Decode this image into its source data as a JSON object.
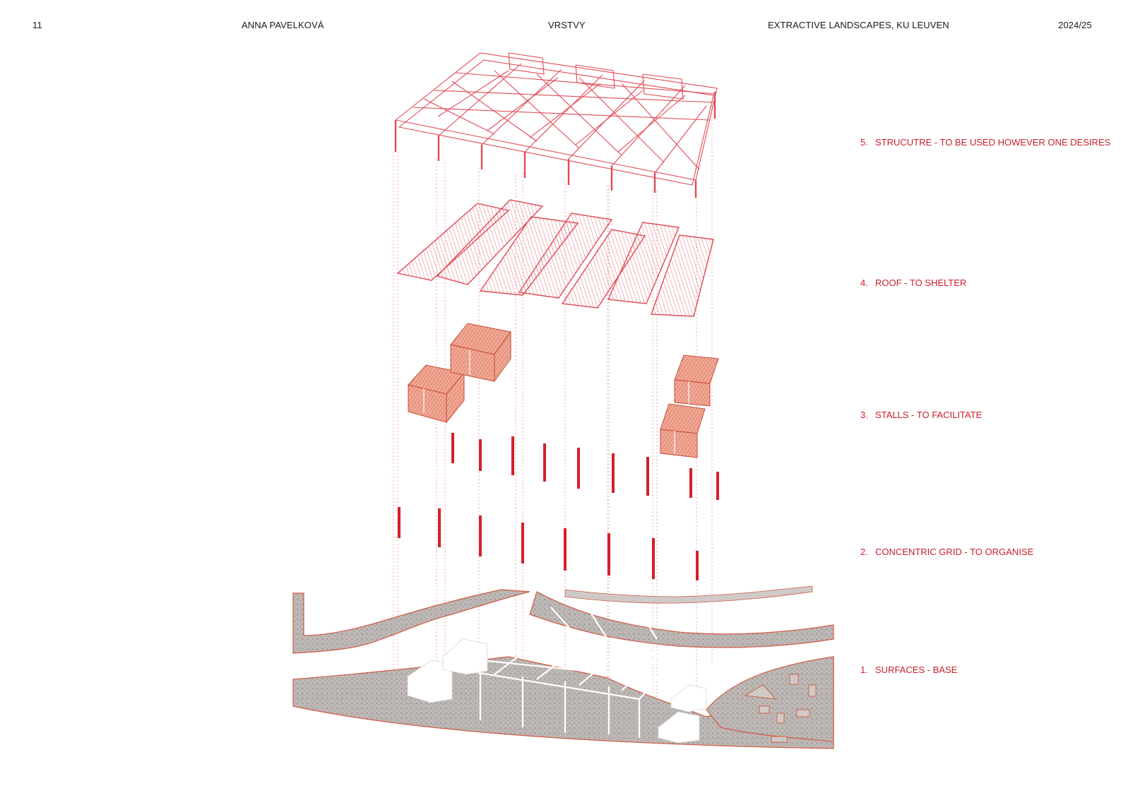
{
  "header": {
    "page_number": "11",
    "author": "ANNA PAVELKOVÁ",
    "title": "VRSTVY",
    "course": "EXTRACTIVE LANDSCAPES, KU LEUVEN",
    "year": "2024/25"
  },
  "layers": [
    {
      "number": "5.",
      "text": "STRUCUTRE - TO BE USED HOWEVER ONE DESIRES"
    },
    {
      "number": "4.",
      "text": "ROOF - TO SHELTER"
    },
    {
      "number": "3.",
      "text": "STALLS - TO FACILITATE"
    },
    {
      "number": "2.",
      "text": "CONCENTRIC GRID - TO ORGANISE"
    },
    {
      "number": "1.",
      "text": "SURFACES - BASE"
    }
  ],
  "colors": {
    "accent_red": "#c61f2b",
    "line_red": "#e04a55",
    "stall_fill": "#e6826a",
    "ground_fill": "#b9b4b1"
  }
}
